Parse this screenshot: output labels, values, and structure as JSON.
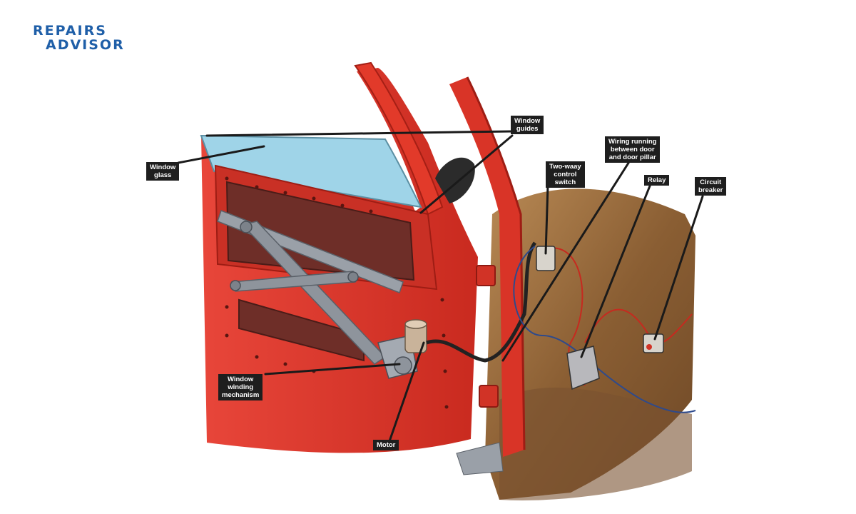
{
  "logo": {
    "line1": "REPAIRS",
    "line2": "ADVISOR"
  },
  "callouts": {
    "window_guides": "Window\nguides",
    "window_glass": "Window\nglass",
    "wiring": "Wiring running\nbetween door\nand door pillar",
    "two_way_switch": "Two-waay\ncontrol\nswitch",
    "relay": "Relay",
    "circuit_breaker": "Circuit\nbreaker",
    "window_winding": "Window\nwinding\nmechanism",
    "motor": "Motor"
  },
  "colors": {
    "door_red": "#e23a2a",
    "glass": "#9fd4e8",
    "panel": "#6e2e28",
    "body": "#9a7040",
    "label_bg": "#1e1e1e",
    "brand": "#1f5fa8"
  }
}
